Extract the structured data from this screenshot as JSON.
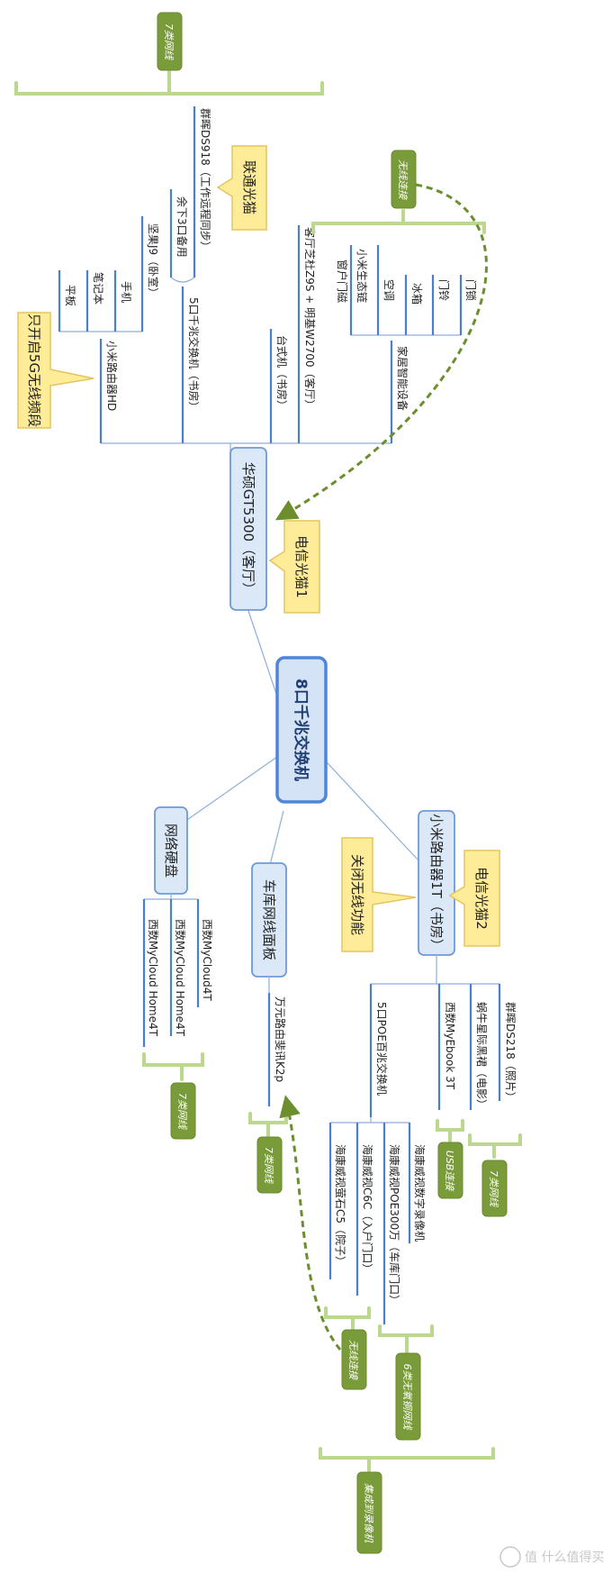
{
  "central": "8口千兆交换机",
  "branches": {
    "asus": "华硕GT5300（客厅）",
    "xiaomi1t": "小米路由器1T（书房）",
    "garage": "车库网线面板",
    "nas_disk": "网络硬盘"
  },
  "asus_children": {
    "mi_hd": "小米路由器HD",
    "sw5": "5口千兆交换机（书房）",
    "desktop": "台式机（书房）",
    "projector": "客厅芝杜Z9S + 明基W2700（客厅）",
    "smarthome": "家居智能设备"
  },
  "mi_hd_children": [
    "平板",
    "笔记本",
    "手机",
    "坚果J9（卧室）"
  ],
  "sw5_children": [
    "余下3口备用",
    "群晖DS918（工作远程同步）"
  ],
  "smarthome_children": [
    "小米生态链",
    "窗户门磁",
    "空调",
    "冰箱",
    "门铃",
    "门锁"
  ],
  "xiaomi_children": {
    "poe": "5口POE百兆交换机",
    "ebook": "西数MyEbook 3T",
    "tv": "蜗牛星际黑裙（电影）",
    "ds218": "群晖DS218（照片）"
  },
  "poe_children": [
    "海康威视萤石C5（院子）",
    "海康威视C6C（入户门口）",
    "海康威视POE300万（车库门口）",
    "海康威视数字录像机"
  ],
  "garage_children": [
    "万元路由斐讯K2p"
  ],
  "disk_children": [
    "西数MyCloud Home4T",
    "西数MyCloud Home4T",
    "西数MyCloud4T"
  ],
  "callouts": {
    "unicom": "联通光猫",
    "ct1": "电信光猫1",
    "ct2": "电信光猫2",
    "wifi_off": "关闭无线功能",
    "only5g": "只开启5G无线频段"
  },
  "tags": {
    "cat7": "7类网线",
    "wireless": "无线连接",
    "usb": "USB连接",
    "cat6": "6类无氧铜网线",
    "integrated": "集成到录像机"
  },
  "watermark": "值 什么值得买"
}
